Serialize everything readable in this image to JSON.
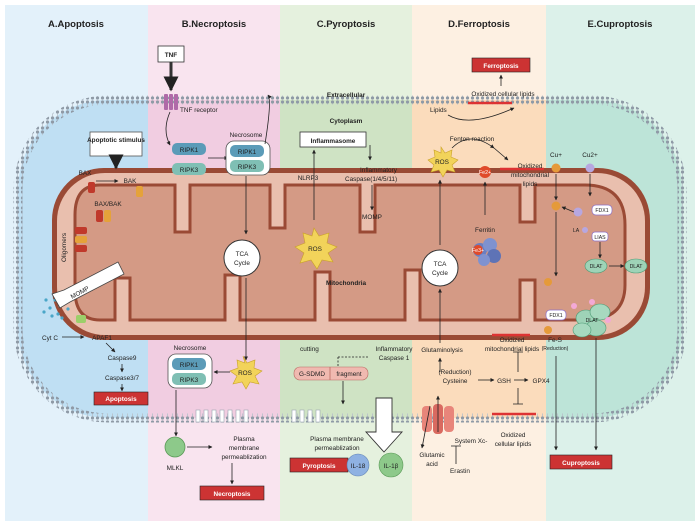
{
  "panels": {
    "a": "A.Apoptosis",
    "b": "B.Necroptosis",
    "c": "C.Pyroptosis",
    "d": "D.Ferroptosis",
    "e": "E.Cuproptosis"
  },
  "regions": {
    "extracellular": "Extracellular",
    "cytoplasm": "Cytoplasm",
    "mitochondria": "Mitochondria"
  },
  "apoptosis": {
    "stimulus": "Apoptotic stimulus",
    "bax": "BAX",
    "bak": "BAK",
    "bax_bak": "BAX/BAK",
    "oligomers": "Oligomers",
    "momp": "MOMP",
    "cytc": "Cyt C",
    "apaf1": "APAF1",
    "caspase9": "Caspase9",
    "caspase37": "Caspase3/7",
    "result": "Apoptosis"
  },
  "necroptosis": {
    "tnf": "TNF",
    "receptor": "TNF receptor",
    "ripk1": "RIPK1",
    "ripk3": "RIPK3",
    "necrosome": "Necrosome",
    "tca": "TCA",
    "cycle": "Cycle",
    "ros": "ROS",
    "mlkl": "MLKL",
    "pmp1": "Plasma",
    "pmp2": "membrane",
    "pmp3": "permeablization",
    "result": "Necroptosis"
  },
  "pyroptosis": {
    "inflammasome": "Inflammasome",
    "nlrp3": "NLRP3",
    "caspase_line1": "Inflammatory",
    "caspase_line2": "Caspase(1/4/5/11)",
    "momp": "MOMP",
    "ros": "ROS",
    "cutting": "cutting",
    "ic1_line1": "Inflammatory",
    "ic1_line2": "Caspase 1",
    "gsdmd": "G-SDMD",
    "fragment": "fragment",
    "pmp1": "Plasma membrane",
    "pmp2": "permeablization",
    "il18": "IL-18",
    "il1b": "IL-1β",
    "result": "Pyroptosis"
  },
  "ferroptosis": {
    "result": "Ferroptosis",
    "ocl_top": "Oxidized cellular lipids",
    "lipids": "Lipids",
    "fenton": "Fenton reaction",
    "ros": "ROS",
    "fe2": "Fe2+",
    "fe3": "Fe3+",
    "oml1": "Oxidized",
    "oml2": "mitochondrial",
    "oml3": "lipids",
    "ferritin": "Ferritin",
    "tca": "TCA",
    "cycle": "Cycle",
    "glutaminolysis": "Glutaminolysis",
    "reduction": "(Reduction)",
    "cysteine": "Cysteine",
    "gsh": "GSH",
    "gpx4": "GPX4",
    "oml_low1": "Oxidized",
    "oml_low2": "mitochondrial lipids",
    "glutamic1": "Glutamic",
    "glutamic2": "acid",
    "systemxc": "System Xc-",
    "erastin": "Erastin",
    "ocl_bot1": "Oxidized",
    "ocl_bot2": "cellular lipids"
  },
  "cuproptosis": {
    "cu1": "Cu+",
    "cu2": "Cu2+",
    "fdx1a": "FDX1",
    "fdx1b": "FDX1",
    "la": "LA",
    "lias": "LIAS",
    "dlat1": "DLAT",
    "dlat2": "DLAT",
    "fes1": "Fe-S",
    "fes2": "(Reduction)",
    "dlat_cluster": "DLAT",
    "result": "Cuproptosis"
  },
  "colors": {
    "panel_a": "#bfdff3",
    "panel_b": "#f6d9ea",
    "panel_c": "#d8ead0",
    "panel_d": "#fde6cf",
    "panel_e": "#cfece4",
    "mito_fill": "#d8a08c",
    "mito_edge": "#9a4a35",
    "result_red": "#cc3333",
    "ripk_teal": "#5b9bb8",
    "membrane_gray": "#9aa5b1"
  }
}
